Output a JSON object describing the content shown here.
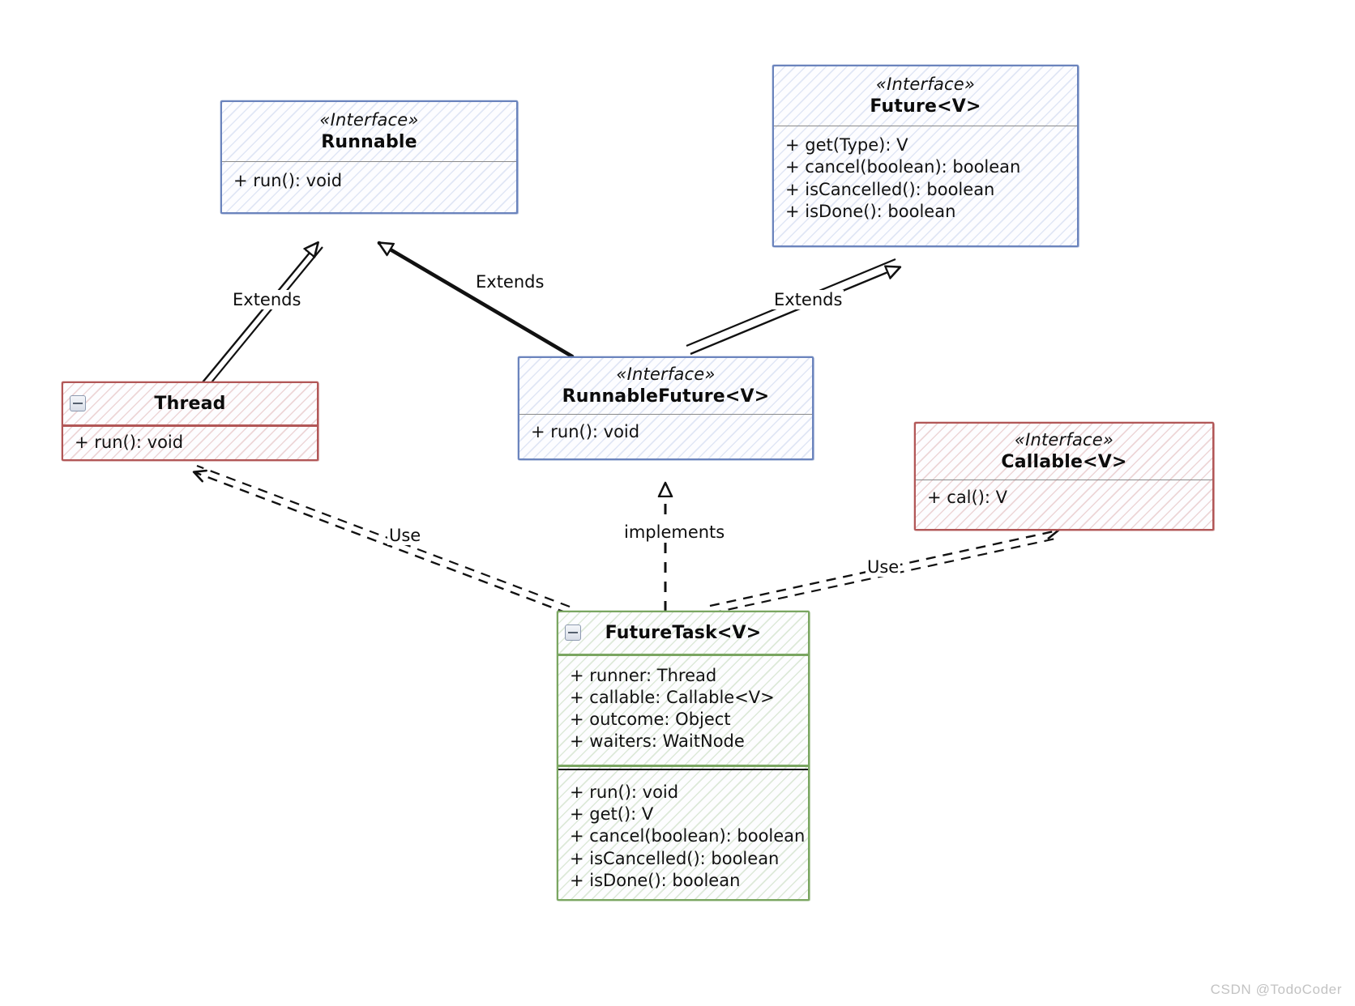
{
  "diagram": {
    "title": "Java FutureTask UML class diagram",
    "watermark": "CSDN @TodoCoder",
    "colors": {
      "interface_blue": "#6b84bd",
      "interface_red": "#b25757",
      "class_green": "#7aa661",
      "connector_black": "#111111",
      "background": "#ffffff"
    }
  },
  "classes": {
    "runnable": {
      "stereotype": "«Interface»",
      "name": "Runnable",
      "methods": [
        "+ run(): void"
      ],
      "fields": [],
      "color": "interface_blue",
      "collapsible": false
    },
    "future": {
      "stereotype": "«Interface»",
      "name": "Future<V>",
      "methods": [
        "+ get(Type): V",
        "+ cancel(boolean): boolean",
        "+ isCancelled(): boolean",
        "+ isDone(): boolean"
      ],
      "fields": [],
      "color": "interface_blue",
      "collapsible": false
    },
    "thread": {
      "stereotype": "",
      "name": "Thread",
      "methods": [
        "+ run(): void"
      ],
      "fields": [],
      "color": "interface_red",
      "collapsible": true
    },
    "runnable_future": {
      "stereotype": "«Interface»",
      "name": "RunnableFuture<V>",
      "methods": [
        "+ run(): void"
      ],
      "fields": [],
      "color": "interface_blue",
      "collapsible": false
    },
    "callable": {
      "stereotype": "«Interface»",
      "name": "Callable<V>",
      "methods": [
        "+ cal(): V"
      ],
      "fields": [],
      "color": "interface_red",
      "collapsible": false
    },
    "future_task": {
      "stereotype": "",
      "name": "FutureTask<V>",
      "fields": [
        "+ runner: Thread",
        "+ callable: Callable<V>",
        "+ outcome: Object",
        "+ waiters: WaitNode"
      ],
      "methods": [
        "+ run(): void",
        "+ get(): V",
        "+ cancel(boolean): boolean",
        "+ isCancelled(): boolean",
        "+ isDone(): boolean"
      ],
      "color": "class_green",
      "collapsible": true
    }
  },
  "relations": [
    {
      "id": "thread-extends-runnable",
      "label": "Extends",
      "from": "thread",
      "to": "runnable",
      "type": "generalization"
    },
    {
      "id": "runnablefuture-extends-runnable",
      "label": "Extends",
      "from": "runnable_future",
      "to": "runnable",
      "type": "generalization"
    },
    {
      "id": "runnablefuture-extends-future",
      "label": "Extends",
      "from": "runnable_future",
      "to": "future",
      "type": "generalization"
    },
    {
      "id": "futuretask-implements",
      "label": "implements",
      "from": "future_task",
      "to": "runnable_future",
      "type": "realization"
    },
    {
      "id": "futuretask-uses-thread",
      "label": "Use",
      "from": "future_task",
      "to": "thread",
      "type": "dependency"
    },
    {
      "id": "futuretask-uses-callable",
      "label": "Use",
      "from": "future_task",
      "to": "callable",
      "type": "dependency"
    }
  ]
}
